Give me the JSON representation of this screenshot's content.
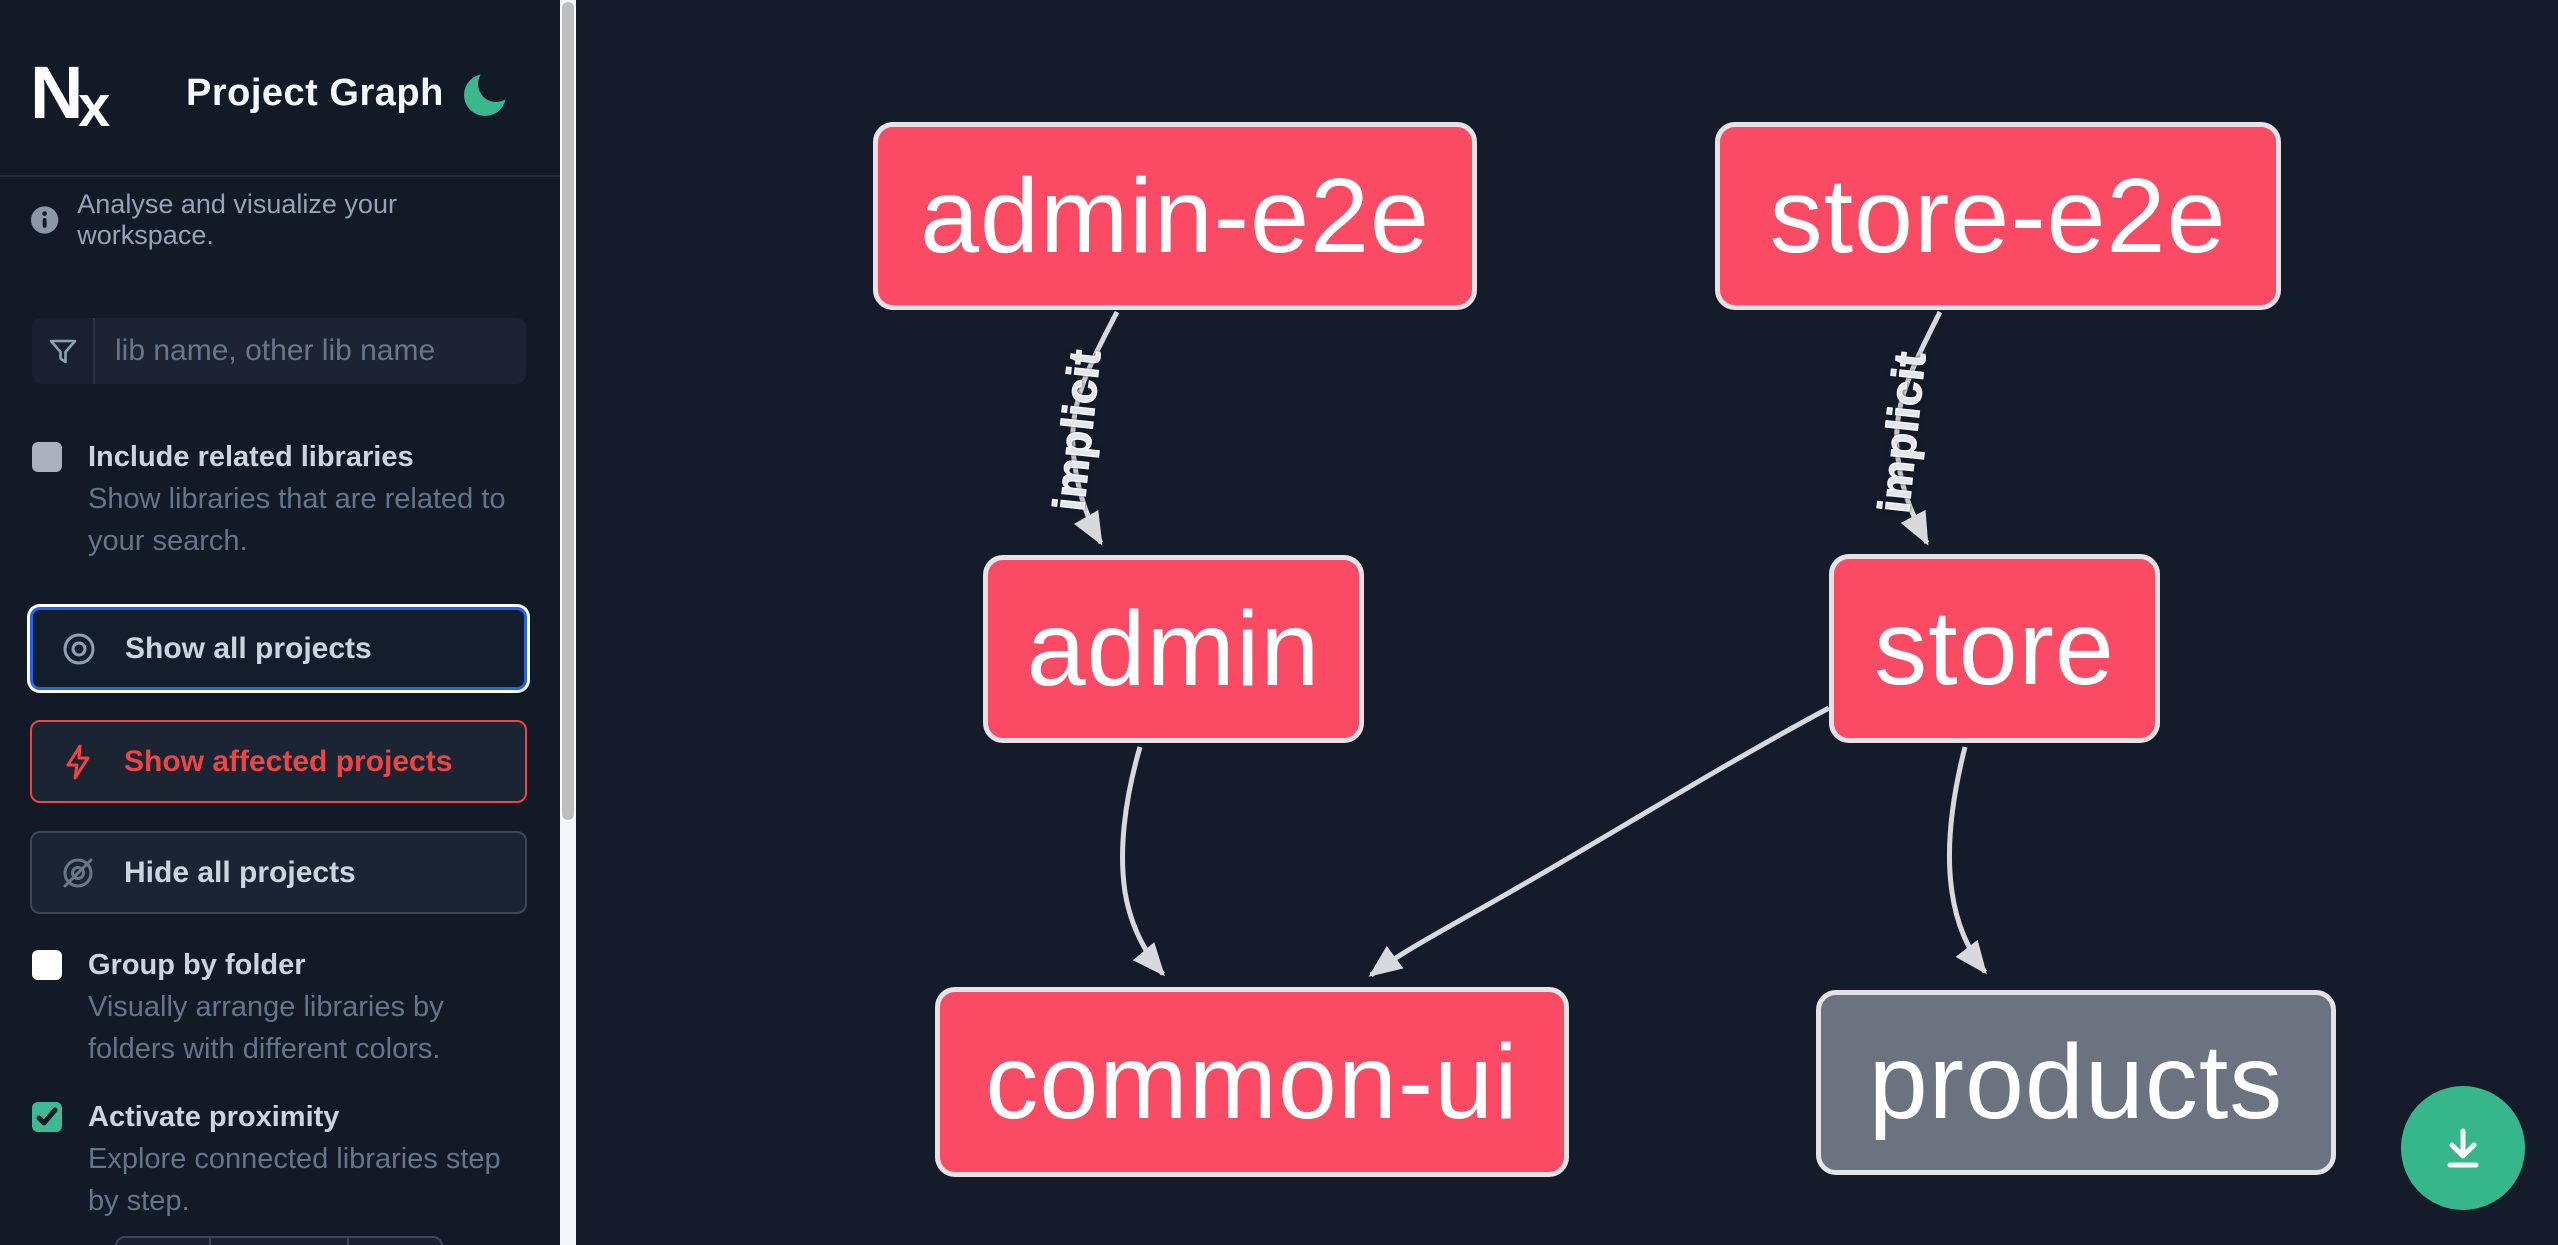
{
  "colors": {
    "accent_green": "#35b78b",
    "node_affected_pink": "#fa4a64",
    "node_default_gray": "#6b7280",
    "focus_blue": "#2563eb",
    "alert_red": "#ef4444",
    "edge_gray": "#d8d9dc"
  },
  "header": {
    "logo_text": "Nx",
    "title": "Project Graph"
  },
  "sidebar": {
    "info": {
      "text": "Analyse and visualize your workspace."
    },
    "search": {
      "placeholder": "lib name, other lib name",
      "value": ""
    },
    "options": [
      {
        "label": "Include related libraries",
        "checked": false,
        "desc1": "Show libraries that are related to",
        "desc2": "your search."
      },
      {
        "label": "Group by folder",
        "checked": false,
        "desc1": "Visually arrange libraries by",
        "desc2": "folders with different colors."
      },
      {
        "label": "Activate proximity",
        "checked": true,
        "desc1": "Explore connected libraries step",
        "desc2": "by step."
      }
    ],
    "actions": [
      {
        "label": "Show all projects",
        "icon": "eye-icon",
        "state": "focused"
      },
      {
        "label": "Show affected projects",
        "icon": "bolt-icon",
        "state": "affected"
      },
      {
        "label": "Hide all projects",
        "icon": "eye-off-icon",
        "state": "default"
      }
    ]
  },
  "graph": {
    "nodes": [
      {
        "id": "admin-e2e",
        "label": "admin-e2e",
        "type": "affected"
      },
      {
        "id": "store-e2e",
        "label": "store-e2e",
        "type": "affected"
      },
      {
        "id": "admin",
        "label": "admin",
        "type": "affected"
      },
      {
        "id": "store",
        "label": "store",
        "type": "affected"
      },
      {
        "id": "common-ui",
        "label": "common-ui",
        "type": "affected"
      },
      {
        "id": "products",
        "label": "products",
        "type": "default"
      }
    ],
    "edges": [
      {
        "from": "admin-e2e",
        "to": "admin",
        "label": "implicit"
      },
      {
        "from": "store-e2e",
        "to": "store",
        "label": "implicit"
      },
      {
        "from": "admin",
        "to": "common-ui",
        "label": ""
      },
      {
        "from": "store",
        "to": "common-ui",
        "label": ""
      },
      {
        "from": "store",
        "to": "products",
        "label": ""
      }
    ]
  }
}
